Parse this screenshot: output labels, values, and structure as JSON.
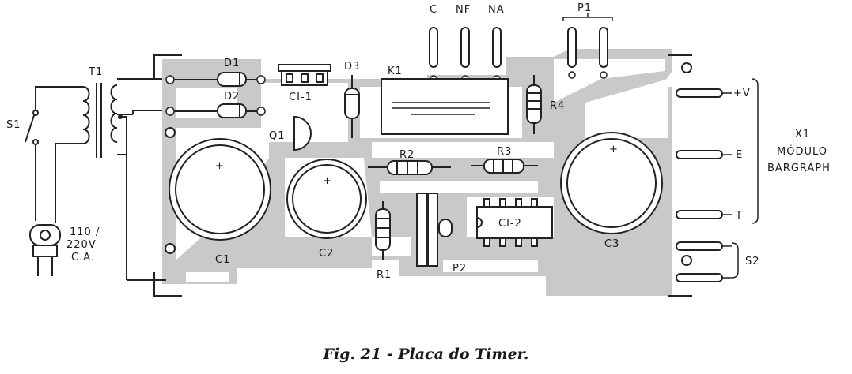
{
  "diagram": {
    "caption": "Fig. 21 - Placa do Timer.",
    "components": {
      "t1": "T1",
      "s1": "S1",
      "d1": "D1",
      "d2": "D2",
      "d3": "D3",
      "ci1": "CI-1",
      "k1": "K1",
      "q1": "Q1",
      "r1": "R1",
      "r2": "R2",
      "r3": "R3",
      "r4": "R4",
      "c1": "C1",
      "c2": "C2",
      "c3": "C3",
      "p1": "P1",
      "p2": "P2",
      "ci2": "CI-2",
      "s2": "S2"
    },
    "relay_contacts": {
      "c": "C",
      "nf": "NF",
      "na": "NA"
    },
    "power_plug": {
      "line1": "110 /",
      "line2": "220V",
      "line3": "C.A."
    },
    "module": {
      "terminal_plus": "+V",
      "terminal_e": "E",
      "terminal_t": "T",
      "name1": "X1",
      "name2": "MÓDULO",
      "name3": "BARGRAPH"
    },
    "polarity_mark": "+"
  }
}
